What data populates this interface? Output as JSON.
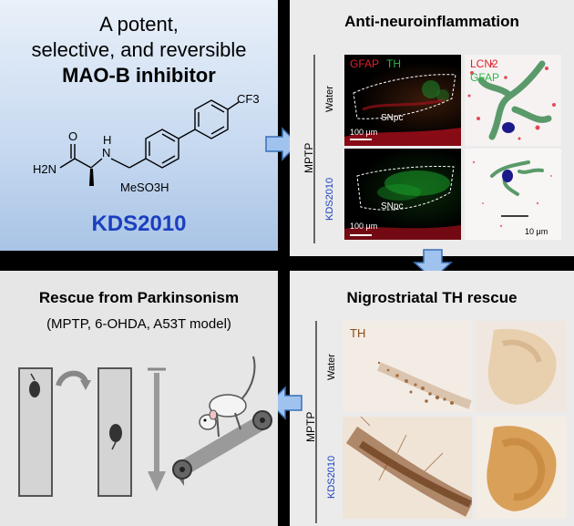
{
  "top_left": {
    "title_line1": "A potent,",
    "title_line2": "selective, and reversible",
    "title_line3": "MAO-B inhibitor",
    "compound_name": "KDS2010",
    "structure_labels": {
      "cf3": "CF3",
      "h2n": "H2N",
      "nh": "N",
      "h": "H",
      "o": "O",
      "salt": "MeSO3H"
    }
  },
  "top_right": {
    "title": "Anti-neuroinflammation",
    "group_label": "MPTP",
    "row_water": "Water",
    "row_kds": "KDS2010",
    "gfap_label": "GFAP",
    "th_label": "TH",
    "lcn2_label": "LCN2",
    "gfap_label2": "GFAP",
    "snpc_label": "SNpc",
    "scale_100": "100 μm",
    "scale_10": "10 μm"
  },
  "bottom_left": {
    "title": "Rescue from Parkinsonism",
    "subtitle": "(MPTP, 6-OHDA, A53T model)"
  },
  "bottom_right": {
    "title": "Nigrostriatal TH rescue",
    "group_label": "MPTP",
    "row_water": "Water",
    "row_kds": "KDS2010",
    "th_label": "TH"
  },
  "colors": {
    "kds_blue": "#1a3fbf",
    "arrow_fill": "#9fc3ee",
    "arrow_stroke": "#3a6fb5",
    "gfap_red": "#e0202a",
    "th_green": "#2db84a",
    "th_brown": "#8a4a1c"
  }
}
